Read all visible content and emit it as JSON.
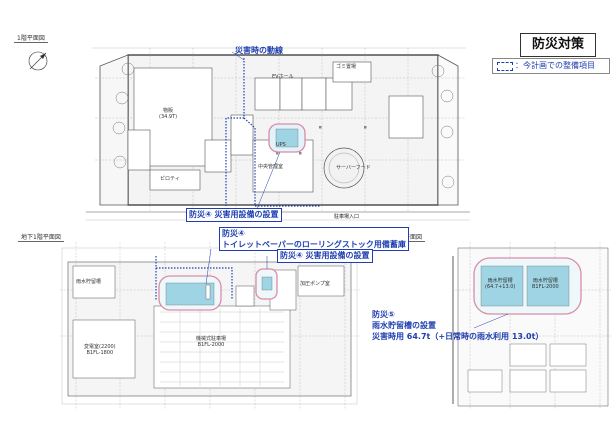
{
  "title": "防災対策",
  "legend": {
    "label": "：今計画での整備項目"
  },
  "sections": {
    "first_floor": "1階平面図",
    "basement": "地下1階平面図",
    "pit": "ピット平面図"
  },
  "callouts": {
    "evacuation_route": "災害時の動線",
    "disaster_equipment_1f": "防災④ 災害用設備の設置",
    "toilet_paper": {
      "number": "防災④",
      "text": "トイレットペーパーのローリングストック用備蓄庫"
    },
    "disaster_equipment_b1": "防災④ 災害用設備の設置",
    "rainwater": {
      "number": "防災⑤",
      "title": "雨水貯留槽の設置",
      "capacity": "災害時用 64.7t（+日常時の雨水利用 13.0t）"
    }
  },
  "rooms_1f": {
    "shop": {
      "name": "物販",
      "area": "(34.9T)"
    },
    "ev_hall": "EVホール",
    "garbage": "ゴミ置場",
    "ups": "UPS",
    "central_office": "中央管理室",
    "atrium": "サーバーフード",
    "pilotis": "ピロティ",
    "entrance": "駐車場入口"
  },
  "rooms_b1": {
    "rain_tank": "雨水貯留槽",
    "substation": {
      "name": "変電室(2200)",
      "level": "B1FL-1800"
    },
    "mech_parking": {
      "name": "機械式駐車場",
      "level": "B1FL-2000"
    },
    "pump_room": "加圧ポンプ室"
  },
  "rooms_pit": {
    "tank1": {
      "name": "雨水貯留槽",
      "capacity": "(64.7+13.0)"
    },
    "tank2": {
      "name": "雨水貯留槽",
      "level": "B1FL-2000"
    }
  }
}
